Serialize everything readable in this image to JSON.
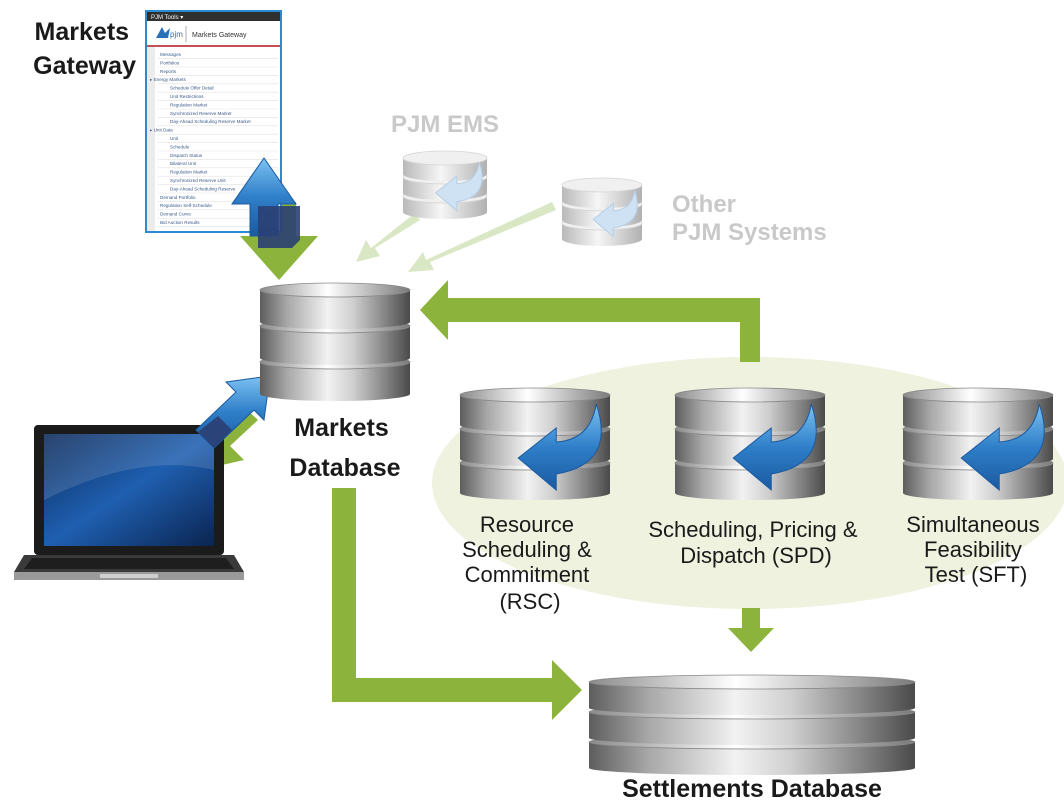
{
  "labels": {
    "markets_gateway": [
      "Markets",
      "Gateway"
    ],
    "pjm_ems": "PJM EMS",
    "other_pjm_systems": [
      "Other",
      "PJM Systems"
    ],
    "markets_database": [
      "Markets",
      "Database"
    ],
    "rsc": [
      "Resource",
      "Scheduling &",
      "Commitment",
      "(RSC)"
    ],
    "spd": [
      "Scheduling, Pricing &",
      "Dispatch (SPD)"
    ],
    "sft": [
      "Simultaneous",
      "Feasibility",
      "Test (SFT)"
    ],
    "settlements_database": "Settlements Database"
  },
  "gateway_window": {
    "titlebar": "PJM Tools ▾",
    "logo": "pjm",
    "title": "Markets Gateway",
    "menu": [
      "Messages",
      "Portfolios",
      "Reports",
      "▸ Energy Markets",
      "Schedule Offer Detail",
      "Unit Restrictions",
      "Regulation Market",
      "Synchronized Reserve Market",
      "Day-Ahead Scheduling Reserve Market",
      "▸ Unit Data",
      "Unit",
      "Schedule",
      "Dispatch Status",
      "Bilateral Unit",
      "Regulation Market",
      "Synchronized Reserve Unit",
      "Day-Ahead Scheduling Reserve",
      "Demand Portfolio",
      "Regulation Self-Schedule",
      "Demand Curve",
      "Bid Auction Results"
    ]
  },
  "colors": {
    "green_arrow": "#8cb43c",
    "green_arrow_faded": "#d9e7c4",
    "blue_arrow": "#2f7fc9",
    "navy_arrow": "#2b3f73",
    "ellipse_fill": "#eef2de",
    "window_border": "#2a8ad4"
  }
}
